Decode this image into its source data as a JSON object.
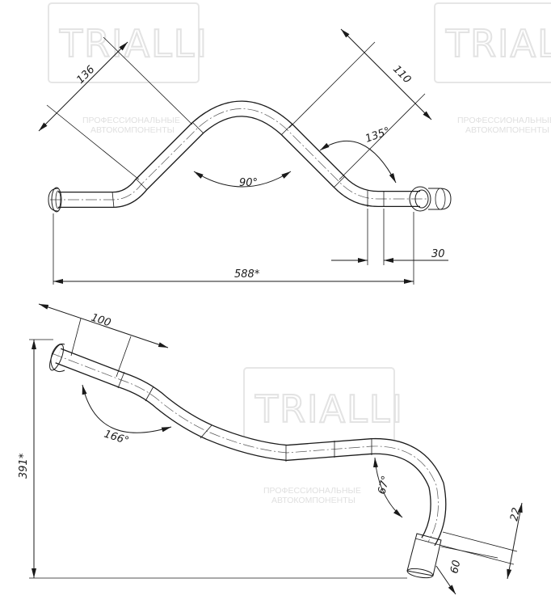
{
  "watermark": {
    "brand": "TRIALLI",
    "line1": "ПРОФЕССИОНАЛЬНЫЕ",
    "line2": "АВТОКОМПОНЕНТЫ",
    "color": "#e3e3e3"
  },
  "top_view": {
    "dimensions": {
      "d136": "136",
      "d110": "110",
      "d135": "135°",
      "d90": "90°",
      "d30": "30",
      "d588": "588*"
    }
  },
  "bottom_view": {
    "dimensions": {
      "d100": "100",
      "d166": "166°",
      "d391": "391*",
      "d67": "67°",
      "d22": "22",
      "d60": "60"
    }
  }
}
